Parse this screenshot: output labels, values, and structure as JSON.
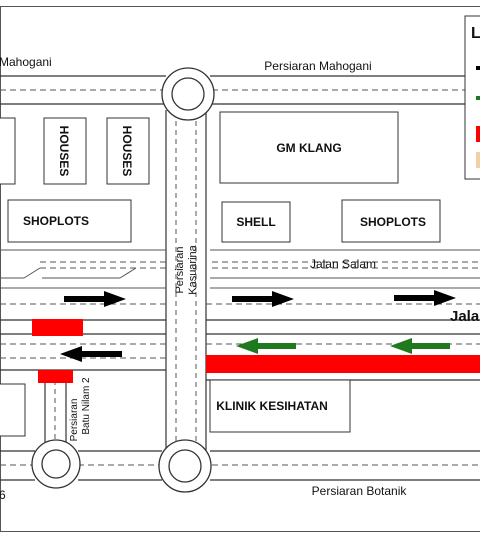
{
  "roads": {
    "top_left": "Mahogani",
    "top_right": "Persiaran Mahogani",
    "jalan_salam": "Jalan Salam",
    "main_road_cut": "Jala",
    "bottom": "Persiaran Botanik",
    "kasuarina_line1": "Persiaran",
    "kasuarina_line2": "Kasuarina",
    "batu_line1": "Persiaran",
    "batu_line2": "Batu Nilam 2",
    "left_cut_number": "6"
  },
  "buildings": {
    "houses_1": "HOUSES",
    "houses_2": "HOUSES",
    "gm_klang": "GM KLANG",
    "shoplots_left": "SHOPLOTS",
    "shell": "SHELL",
    "shoplots_right": "SHOPLOTS",
    "klinik": "KLINIK KESIHATAN"
  },
  "legend": {
    "title_cut": "L"
  },
  "colors": {
    "road_line": "#333333",
    "dash": "#555555",
    "arrow_black": "#000000",
    "arrow_green": "#1f7a1f",
    "congestion_red": "#ff0000",
    "legend_peach": "#f2cfa6"
  }
}
